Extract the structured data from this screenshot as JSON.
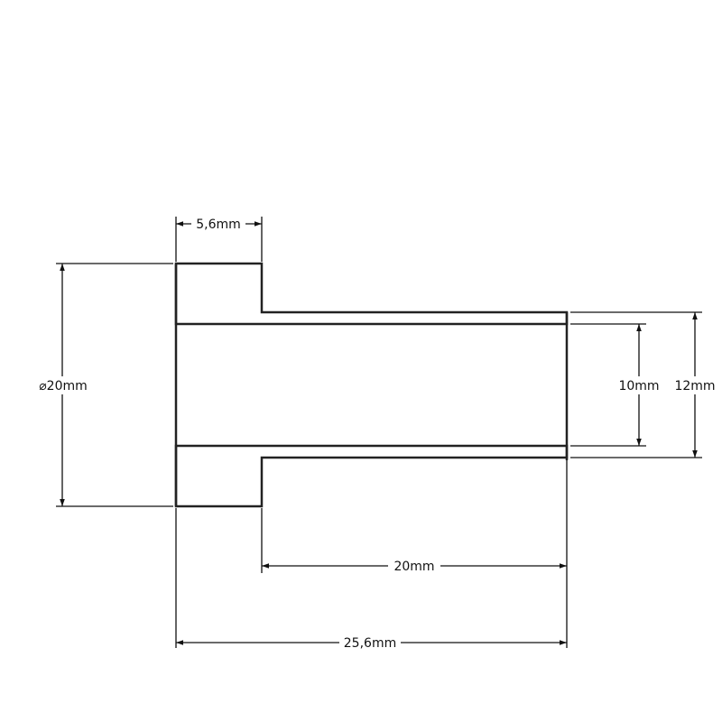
{
  "drawing": {
    "type": "cross-section of flanged bushing",
    "line_color": "#222222",
    "background": "#ffffff",
    "dimensions": {
      "flange_width": "5,6mm",
      "flange_diameter": "⌀20mm",
      "inner_diameter": "10mm",
      "outer_diameter": "12mm",
      "tube_length": "20mm",
      "total_length": "25,6mm"
    }
  }
}
